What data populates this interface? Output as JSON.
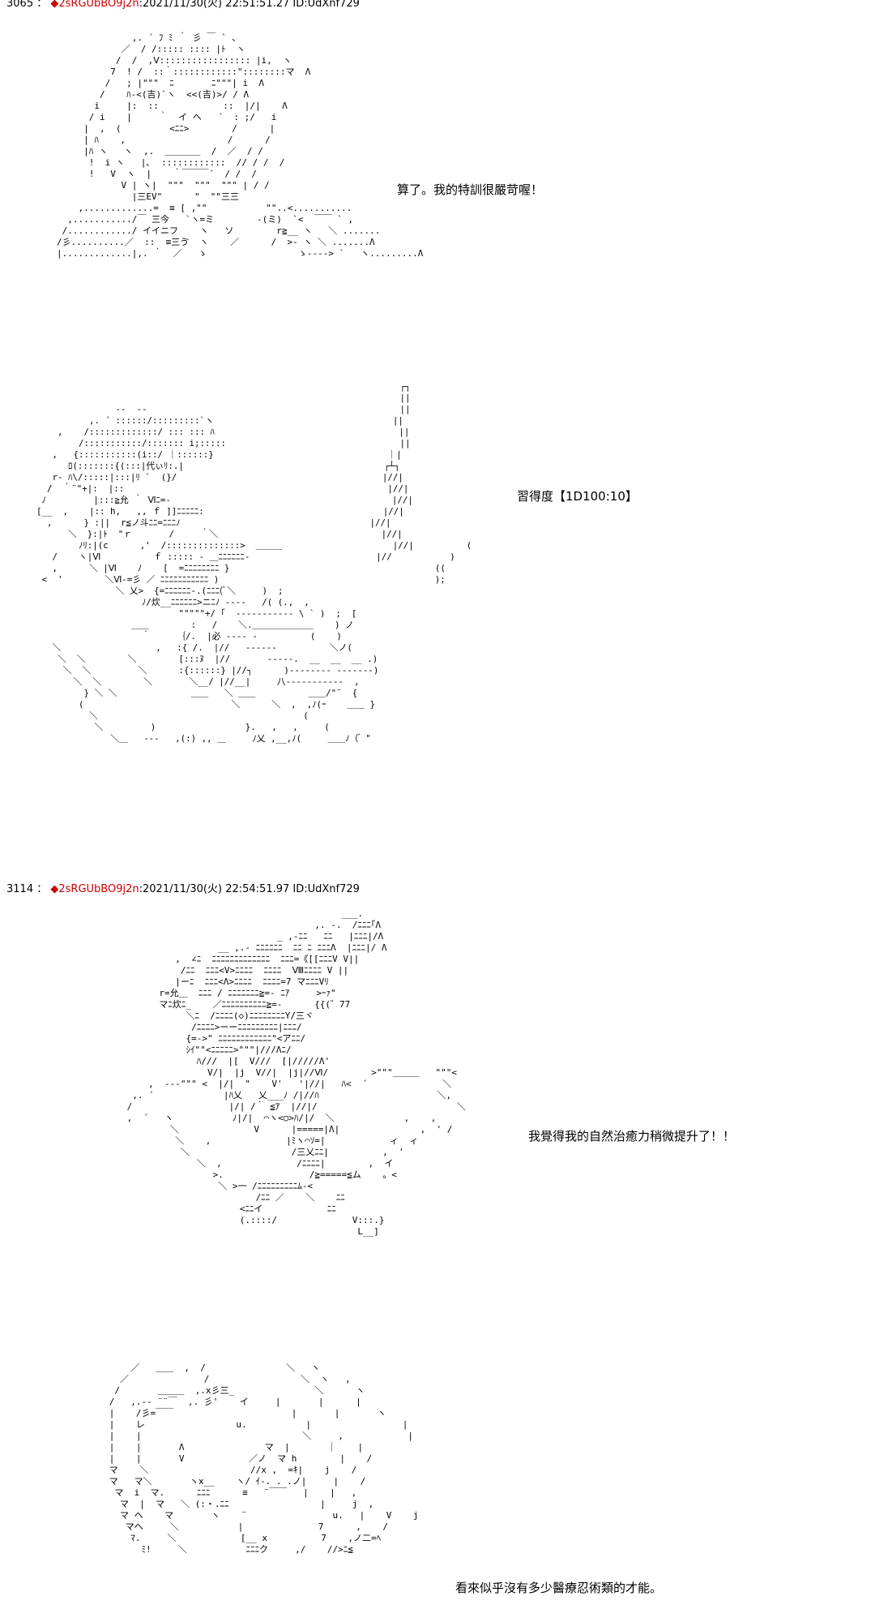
{
  "post1": {
    "number": "3065",
    "separator": "：",
    "diamond": "◆",
    "trip": "2sRGUbBO9j2n",
    "meta": ":2021/11/30(火) 22:51:51.27 ID:UdXnf729"
  },
  "panel1": {
    "dialogue": "算了。我的特訓很嚴苛喔！",
    "ascii": "              ,. ´ ﾌ ﾐ ｀ 彡 ￣ ` 、\n            ／  / /::::: :::: |ﾄ  ヽ\n           /  /  ,Ⅴ::::::::::::::::: |i,  ヽ\n          7  ! /  ::｀::::::::::::\"::::::::マ  Λ\n         /   ; |\"\"\"  ﾆ       ﾆ\"\"\"| i  Λ\n        /    ﾊ-<(吉)`ヽ  <<(吉)>/ / Λ\n       i     |:  ::            ::  |/|    Λ\n      / i    |     ｀  イ ヘ   ´  : ;/   i\n     |  ,  (         <ﾆﾆ>        /      |\n     | ﾊ    ,                   /      /\n     |ﾊ ヽ   ヽ  ,.  ＿＿＿＿  /  ／  / /\n      !  i ヽ   |､  ::::::::::::  // / /  /\n      !   V  ヽ  |    ｀￣￣￣´  / /  /\n            V | ヽ|  \"\"\"  \"\"\"  \"\"\" | / /\n              |三EV\"      \"  \"\"三三\n    ,.............=  ≡ [ ,\"\"           \"\"..<...........\n  ,.........../￣ 三今   `ヽ=ミ        -(ミ)  `<  ￣￣ ` ,\n /............/ イイニフ    ヽ   ソ        r≧__ ヽ   ＼ .......\n/彡..........／  ::  ≡三ゔ  ヽ    ／      /  >- ヽ ＼ .......Λ\n|.............|,. ｀  ／   ゝ                 ゝ----> `   ヽ.........Λ"
  },
  "panel2": {
    "dialogue": "習得度【1D100:10】",
    "ascii": "                                                                     ┌┐\n                                                                     ||\n               --  --                                                ||\n          ,. ´ ::::::/:::::::::`ヽ                                  ||\n    ,    /:::::::::::::/ ::: ::: ﾊ                                   ||\n        /:::::::::::/::::::: i;:::::                                 ||\n   ,   {:::::::::::(i::/ ｜::::::}                                 ｜|\n      ﾛ(:::::::{(:::|代ぃﾘ:.|                                      ┌┴┐\n   r‐ ﾊ\\/:::::|:::|ﾘ `  (}/                                       |//|\n  /  ｀¨\"+|:  |::                                                  |//|\n ﾉ         |:::≧允 ｀ Ⅵﾆ=-                                          |//|\n[__  ,    |:: h,   ,, ｆ ]]ﾆﾆﾆﾆﾆ:                                  |//|\n  ,      } :||  r≦ノ斗ﾆﾆ=ﾆﾆﾆﾉ                                    |//|\n      ＼  }:|ﾄ  \"ｒ       /     ｀＼                               |//|\n        ﾉﾘ:|(c      ,'  /::::::::::::::>  ＿＿＿                     |//|          (\n   /    ヽ|Ⅵ          ｆ ::::: - ＿ﾆﾆﾆﾆﾆﾆ-                        |//           )\n   ,      ＼ |Ⅵ    ﾉ    [  =ﾆﾆﾆﾆﾆﾆﾆﾆ }                                       ((\n <  '        ＼Ⅵ-=彡 ／ ﾆﾆﾆﾆﾆﾆﾆﾆﾆﾆﾆ )                                         );\n               ＼ 乂>  {=ﾆﾆﾆﾆﾆﾆ-.(ﾆﾆﾆ(ﾞ＼     )  ;                      \n                    ﾉ/炊__ﾆﾆﾆﾆﾆﾆ>ニﾆﾉ ----   /( (.,  ,\n                           \"\"\"\"\"+/ ｢  ----------- \\ ` )  ;  [\n                  ＿＿        :   /    ＼.＿＿＿＿＿＿＿    ) ノ\n                    ｀     ｛/.  |必 ---- -          (    )\n   ＼                  ,   :{ /.  |//   ------          ＼ノ(\n    ＼  ＼        ＼        [:::ﾇ  |//       -----.  __  __  __ .)\n     ＼  ＼         ＼      :{::::::} |//┐      )-------- -------)\n       ＼  ＼        ＼       ＼__/ |//__|     八-----------  ,\n         } ＼ ＼              ＿＿   ＼ ＿＿          ＿＿/\"¨  {\n        (                            ＼      ＼  ,  ,ﾉ(ｰ    ＿＿ }\n          ＼                                       (\n           ＼         )                 }.   ,   ,     (\n              ＼＿   --‐   ,(:) ,, ＿     ﾉ乂 ,__,ﾉ(     ＿＿ﾉ（ ゙ \""
  },
  "post2": {
    "number": "3114",
    "separator": "：",
    "diamond": "◆",
    "trip": "2sRGUbBO9j2n",
    "meta": ":2021/11/30(火) 22:54:51.97 ID:UdXnf729"
  },
  "panel3": {
    "dialogue": "我覺得我的自然治癒力稍微提升了！！",
    "ascii": "                                         ___.\n                                    ,. -.  /ﾆﾆﾆ｢Λ\n                             _ ,-ﾆﾆ   ﾆﾆ   |ﾆﾆﾆ|/Λ\n                  __ ,.- ﾆﾆﾆﾆﾆﾆ  ﾆﾆ ﾆ ﾆﾆﾆΛ  |ﾆﾆﾆ|/ Λ\n          ,  ∠ﾆ  ﾆﾆﾆﾆﾆﾆﾆﾆﾆﾆﾆﾆﾆ  ﾆﾆﾆ=《[[ﾆﾆﾆV V||\n           /ﾆﾆ  ﾆﾆﾆ<V>ﾆﾆﾆﾆ  ﾆﾆﾆﾆ  Ⅷﾆﾆﾆﾆ V ||\n          |ーﾆ  ﾆﾆﾆ<Λ>ﾆﾆﾆﾆ  ﾆﾆﾆﾆ=7 マﾆﾆﾆVﾘ\n       r=允＿  ﾆﾆﾆ / ﾆﾆﾆﾆﾆﾆﾆ≧=- ﾆｱ     >ｰｧ\"\n       マﾆ炊ﾆ_    ／ﾆﾆﾆﾆﾆﾆﾆﾆﾆﾆ≧=-      {{(゛77\n            ＼ﾆ  /ﾆﾆﾆﾆ(◇)ﾆﾆﾆﾆﾆﾆﾆﾆY/三ヾ\n             /ﾆﾆﾆﾆ>ーーﾆﾆﾆﾆﾆﾆﾆﾆﾆ|ﾆﾆﾆ/\n            {=->\" ﾆﾆﾆﾆﾆﾆﾆﾆﾆﾆﾆﾆ\"<アﾆﾆ/\n            ｼｲ\"\"<ﾆﾆﾆﾆﾆ>\"\"\"|///Λﾆ/\n              ﾊ///  |[  V///  [|/////Λ'\n                V/|  |j  V//|  |j|//Ⅵ/        >\"\"\"＿＿＿   \"\"\"<\n     ,  ---\"\"\" <  |/|  \"    V'   '|//|   ﾊ<  ´              ＼\n  ,. ´             |ﾊ乂   乂___ﾉ /|//ﾊ                      ＼,\n /                  |/| /｀ ≦ｱ  |//|/                          ＼\n ,  ´   ヽ           ﾉ|/|  ⌒ヽ<○>ﾊ/|/  ＼             ,    ,\n         ＼              V      |=====|Λ|               ,  ' /\n          ＼    ,              |ﾐヽ⌒ｿ=|            ィ  ィ\n           ＼                   /三乂ﾆﾆ|          ,  '\n              ＼  ,              /ﾆﾆﾆﾆ|        ,  イ\n                 >.                /≧=====≦ム    。<\n                  ＼ >一 /ﾆﾆﾆﾆﾆﾆﾆﾆﾆﾑ-<\n                         /ﾆﾆ ／    ＼    ﾆﾆ\n                      <ﾆﾆイ            ﾆﾆ\n                      (.::::/              V:::.}\n                                            L__]"
  },
  "panel4": {
    "dialogue": "看來似乎沒有多少醫療忍術類的才能。",
    "ascii": "          ／   ＿＿  ,  /               ＼   ヽ\n        ／              /                 ＼  ヽ   ,\n       /       ＿＿＿  ,.x彡三_               ＼      ヽ\n      /   ,.-‐ ¨¨￣  ,. 彡'    イ     |       |      |\n      |    /彡=￣￣                      |       |       ヽ\n      |    レ                 u.           |                 |\n      |    |                              ＼     ,            |\n      |    |       Λ               マ  |       ｜    |\n      |    |       V            ／ノ  マ h        |    /\n      マ    ＼                   //x ,  =ｷ|    j    /\n      マ   マ＼       ヽx__    ヽ/ ｲ-. . .ノ|     |    /\n       マ  i  マ.      ﾆﾆﾆ      ≡   ¨￣￣   |    |   ,\n        マ  |  マ   ＼ (:・.ﾆﾆ                 |     j  ,\n        マ ヘ    マ       ヽ    ¨                u.   |    V    j\n         マヘ     ＼           |              7      ,    /\n          ﾏ.     ＼            [__ x          7    ,ノ二=ﾍ\n            ﾐ!     ＼           ﾆﾆﾆク     ,/    //>ﾆ≦"
  }
}
